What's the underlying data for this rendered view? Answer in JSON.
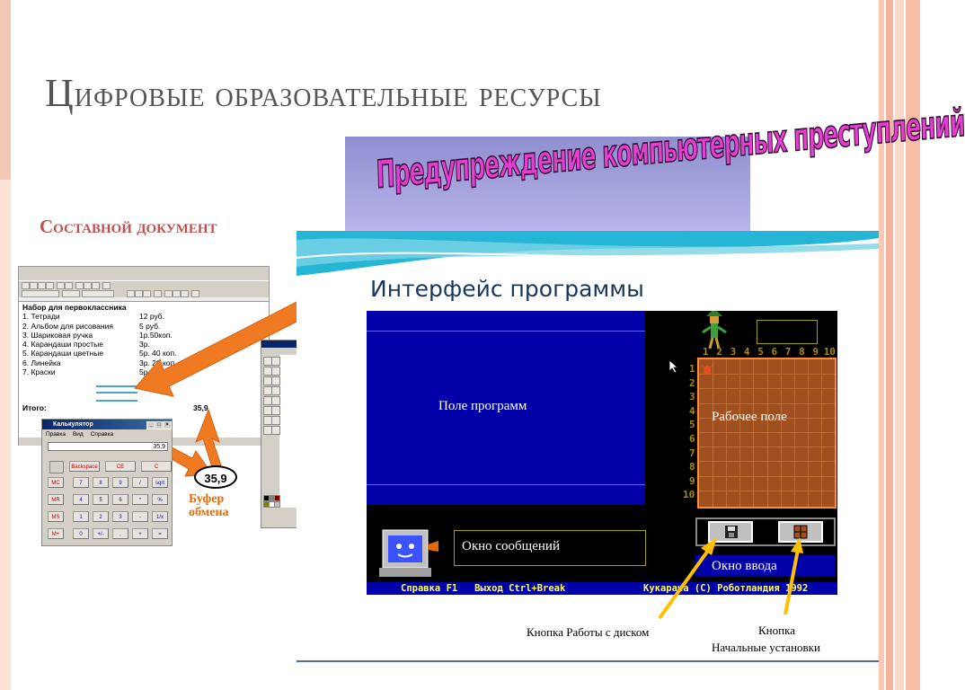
{
  "slide": {
    "title_first": "Ц",
    "title_rest": "ифровые образовательные ресурсы",
    "subtitle": "Составной документ"
  },
  "banner": {
    "text": "Предупреждение компьютерных преступлений"
  },
  "wordpad": {
    "heading": "Набор для первоклассника",
    "items": [
      {
        "name": "1. Тетради",
        "price": "12 руб."
      },
      {
        "name": "2. Альбом для рисования",
        "price": "5 руб."
      },
      {
        "name": "3. Шариковая ручка",
        "price": "1р.50коп."
      },
      {
        "name": "4. Карандаши простые",
        "price": "3р."
      },
      {
        "name": "5. Карандаши цветные",
        "price": "5р. 40 коп."
      },
      {
        "name": "6. Линейка",
        "price": "3р. 20 коп."
      },
      {
        "name": "7. Краски",
        "price": "5р. 80 ко"
      }
    ],
    "total_label": "Итого:",
    "total_value": "35,9"
  },
  "calculator": {
    "title": "Калькулятор",
    "menu": [
      "Правка",
      "Вид",
      "Справка"
    ],
    "display": "35,9",
    "top_buttons": [
      "Backspace",
      "CE",
      "C"
    ],
    "rows": [
      [
        "MC",
        "7",
        "8",
        "9",
        "/",
        "sqrt"
      ],
      [
        "MR",
        "4",
        "5",
        "6",
        "*",
        "%"
      ],
      [
        "MS",
        "1",
        "2",
        "3",
        "-",
        "1/x"
      ],
      [
        "M+",
        "0",
        "+/-",
        ",",
        "+",
        "="
      ]
    ]
  },
  "clipboard": {
    "value": "35,9",
    "label_line1": "Буфер",
    "label_line2": "обмена"
  },
  "interface": {
    "heading": "Интерфейс программы",
    "program_field": "Поле программ",
    "work_field": "Рабочее поле",
    "message_window": "Окно сообщений",
    "input_window": "Окно ввода",
    "col_numbers": [
      "1",
      "2",
      "3",
      "4",
      "5",
      "6",
      "7",
      "8",
      "9",
      "10"
    ],
    "row_numbers": [
      "1",
      "2",
      "3",
      "4",
      "5",
      "6",
      "7",
      "8",
      "9",
      "10"
    ],
    "status_left": "Справка F1   Выход Ctrl+Break",
    "status_right": "Кукарача (C) Роботландия 1992",
    "caption_disk": "Кнопка Работы с диском",
    "caption_settings_1": "Кнопка",
    "caption_settings_2": "Начальные установки"
  },
  "colors": {
    "accent_orange": "#e36c0a",
    "title_gray": "#555555",
    "subtitle_red": "#c0504d",
    "dos_blue": "#0000a8",
    "arrow_yellow": "#ffc000"
  }
}
